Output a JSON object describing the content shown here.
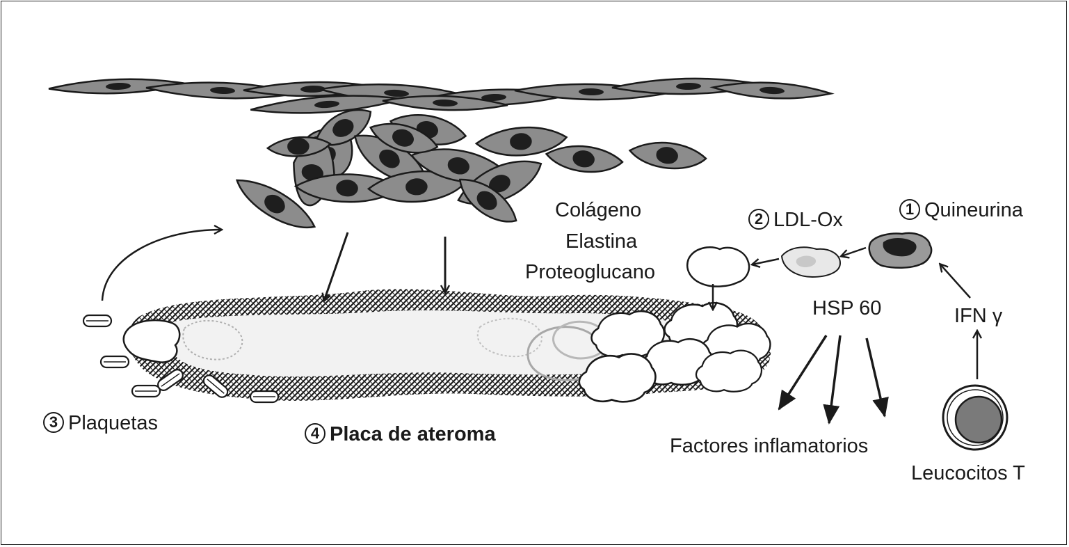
{
  "labels": {
    "colageno": "Colágeno",
    "elastina": "Elastina",
    "proteoglucano": "Proteoglucano",
    "quineurina_num": "1",
    "quineurina": "Quineurina",
    "ldl_num": "2",
    "ldl": "LDL-Ox",
    "plaquetas_num": "3",
    "plaquetas": "Plaquetas",
    "placa_num": "4",
    "placa": "Placa de ateroma",
    "hsp": "HSP 60",
    "ifn": "IFN γ",
    "factores": "Factores inflamatorios",
    "leucocitos": "Leucocitos T"
  },
  "colors": {
    "cell_fill": "#8c8c8c",
    "nucleus": "#1e1e1e",
    "plaque_core": "#f2f2f2",
    "outline": "#1a1a1a"
  }
}
